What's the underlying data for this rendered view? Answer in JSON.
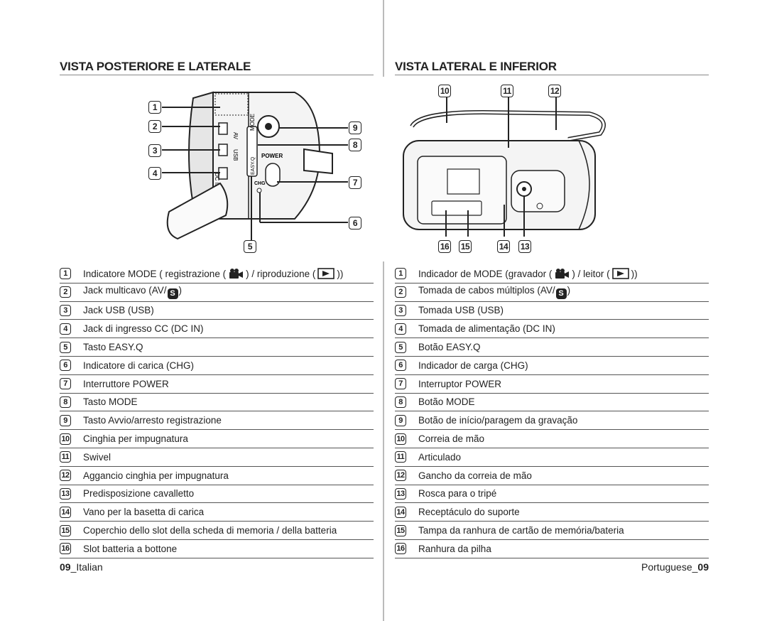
{
  "left": {
    "heading": "VISTA POSTERIORE E LATERALE",
    "items": [
      {
        "n": "1",
        "pre": "Indicatore MODE ( registrazione (",
        "mid": ") / riproduzione (",
        "post": "))"
      },
      {
        "n": "2",
        "pre": "Jack multicavo (AV/",
        "post": ")"
      },
      {
        "n": "3",
        "text": "Jack USB (USB)"
      },
      {
        "n": "4",
        "text": "Jack di ingresso CC (DC IN)"
      },
      {
        "n": "5",
        "text": "Tasto EASY.Q"
      },
      {
        "n": "6",
        "text": "Indicatore di carica (CHG)"
      },
      {
        "n": "7",
        "text": "Interruttore POWER"
      },
      {
        "n": "8",
        "text": "Tasto MODE"
      },
      {
        "n": "9",
        "text": "Tasto Avvio/arresto registrazione"
      },
      {
        "n": "10",
        "text": "Cinghia per impugnatura"
      },
      {
        "n": "11",
        "text": "Swivel"
      },
      {
        "n": "12",
        "text": "Aggancio cinghia per impugnatura"
      },
      {
        "n": "13",
        "text": "Predisposizione cavalletto"
      },
      {
        "n": "14",
        "text": "Vano per la basetta di carica"
      },
      {
        "n": "15",
        "text": "Coperchio dello slot della scheda di memoria / della batteria"
      },
      {
        "n": "16",
        "text": "Slot batteria a bottone"
      }
    ],
    "footer_num": "09",
    "footer_lang": "_Italian"
  },
  "right": {
    "heading": "VISTA LATERAL E INFERIOR",
    "items": [
      {
        "n": "1",
        "pre": "Indicador de MODE (gravador (",
        "mid": ") / leitor (",
        "post": "))"
      },
      {
        "n": "2",
        "pre": "Tomada de cabos múltiplos (AV/",
        "post": ")"
      },
      {
        "n": "3",
        "text": "Tomada USB (USB)"
      },
      {
        "n": "4",
        "text": "Tomada de alimentação (DC IN)"
      },
      {
        "n": "5",
        "text": "Botão EASY.Q"
      },
      {
        "n": "6",
        "text": "Indicador de carga (CHG)"
      },
      {
        "n": "7",
        "text": "Interruptor POWER"
      },
      {
        "n": "8",
        "text": "Botão MODE"
      },
      {
        "n": "9",
        "text": "Botão de início/paragem da gravação"
      },
      {
        "n": "10",
        "text": "Correia de mão"
      },
      {
        "n": "11",
        "text": "Articulado"
      },
      {
        "n": "12",
        "text": "Gancho da correia de mão"
      },
      {
        "n": "13",
        "text": "Rosca para o tripé"
      },
      {
        "n": "14",
        "text": "Receptáculo do suporte"
      },
      {
        "n": "15",
        "text": "Tampa da ranhura de cartão de memória/bateria"
      },
      {
        "n": "16",
        "text": "Ranhura da pilha"
      }
    ],
    "footer_lang": "Portuguese_",
    "footer_num": "09"
  },
  "s_icon": "S",
  "figure_left": {
    "callouts": [
      "1",
      "2",
      "3",
      "4",
      "5",
      "6",
      "7",
      "8",
      "9"
    ],
    "labels": {
      "mode": "MODE",
      "power": "POWER",
      "easyq": "EASY.Q",
      "chg": "CHG",
      "av": "AV",
      "usb": "USB",
      "dcin": "DC IN"
    }
  },
  "figure_right": {
    "callouts": [
      "10",
      "11",
      "12",
      "16",
      "15",
      "14",
      "13"
    ]
  }
}
